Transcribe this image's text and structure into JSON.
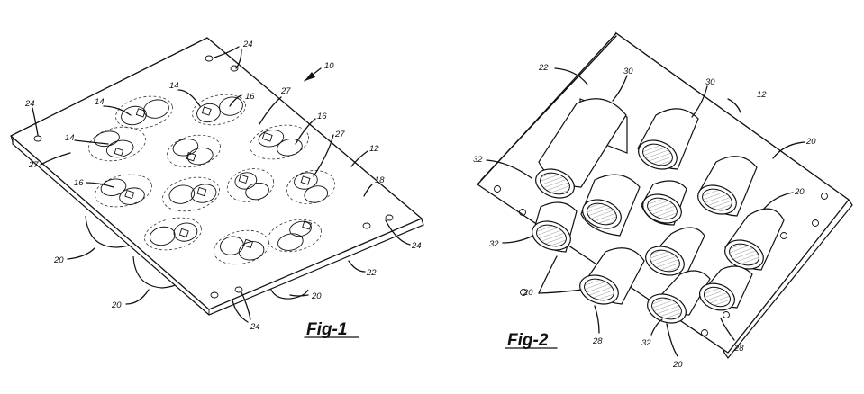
{
  "figures": [
    {
      "caption": "Fig-1",
      "labels": [
        "24",
        "24",
        "10",
        "14",
        "16",
        "27",
        "24",
        "14",
        "16",
        "27",
        "27",
        "14",
        "12",
        "16",
        "18",
        "20",
        "24",
        "22",
        "20",
        "20",
        "24"
      ]
    },
    {
      "caption": "Fig-2",
      "labels": [
        "22",
        "30",
        "30",
        "12",
        "20",
        "32",
        "20",
        "32",
        "20",
        "28",
        "32",
        "20",
        "28"
      ]
    }
  ]
}
